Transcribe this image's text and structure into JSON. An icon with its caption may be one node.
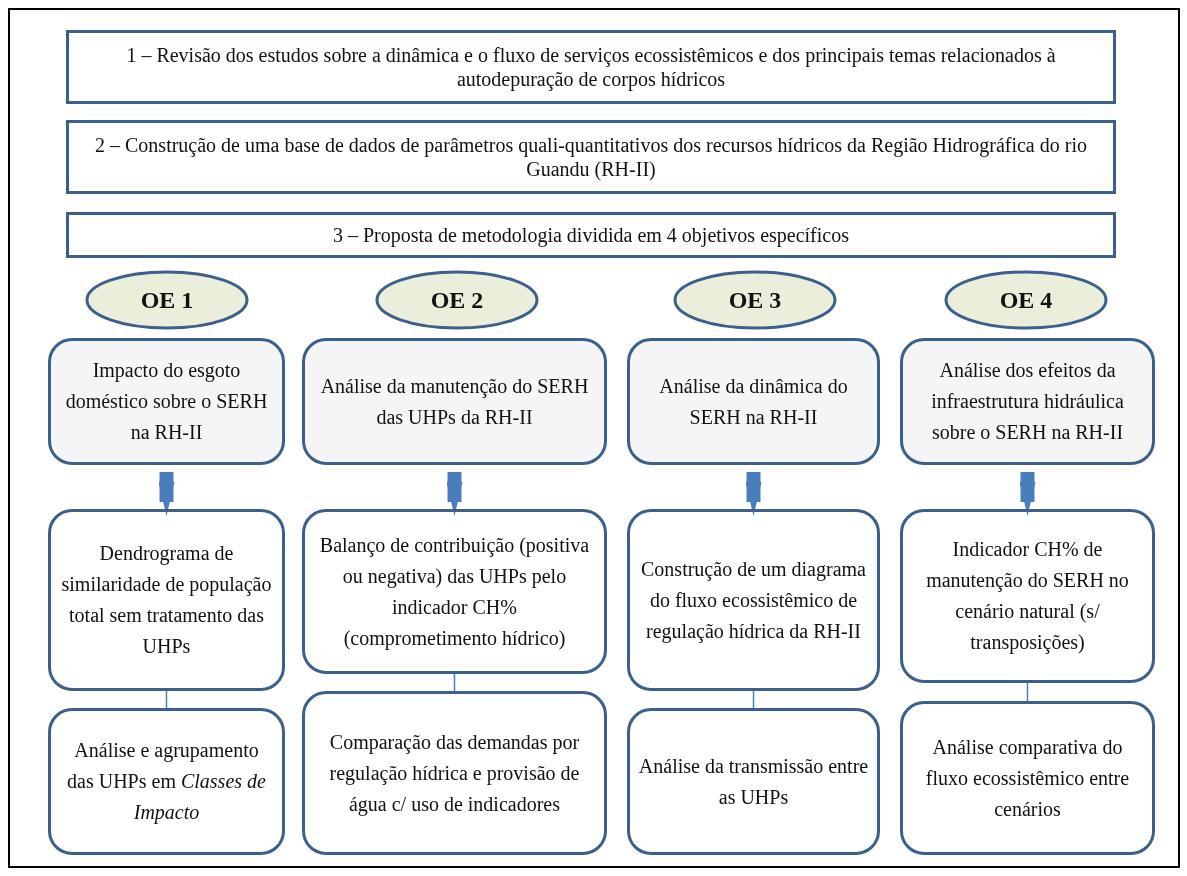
{
  "diagram": {
    "nodes": [
      {
        "text": [
          "1 – Revisão dos estudos sobre a dinâmica e o fluxo de serviços ecossistêmicos e dos principais temas relacionados à autodepuração de corpos hídricos"
        ]
      },
      {
        "text": [
          "2 – Construção de uma base de dados de parâmetros quali-quantitativos dos recursos hídricos da Região Hidrográfica do rio Guandu (RH-II)"
        ]
      },
      {
        "text": [
          "3 – Proposta de metodologia dividida em 4 objetivos específicos"
        ]
      },
      {
        "text": [
          "OE 1"
        ]
      },
      {
        "text": [
          "OE 2"
        ]
      },
      {
        "text": [
          "OE 3"
        ]
      },
      {
        "text": [
          "OE 4"
        ]
      },
      {
        "text": [
          "Impacto do esgoto doméstico sobre o SERH na RH-II"
        ]
      },
      {
        "text": [
          "Análise da manutenção do SERH das UHPs da RH-II"
        ]
      },
      {
        "text": [
          "Análise da dinâmica do SERH na RH-II"
        ]
      },
      {
        "text": [
          "Análise dos efeitos da infraestrutura hidráulica sobre o SERH na RH-II"
        ]
      },
      {
        "text": [
          "Dendrograma de similaridade de população total sem tratamento das UHPs"
        ]
      },
      {
        "text": [
          "Balanço de contribuição (positiva ou negativa) das UHPs pelo indicador CH% (comprometimento hídrico)"
        ]
      },
      {
        "text": [
          "Construção de um diagrama do fluxo ecossistêmico de regulação hídrica da RH-II"
        ]
      },
      {
        "text": [
          "Indicador CH% de manutenção do SERH no cenário natural (s/ transposições)"
        ]
      },
      {
        "text": [
          "Análise e agrupamento das UHPs em *Classes de Impacto*"
        ]
      },
      {
        "text": [
          "Comparação das demandas por regulação hídrica e provisão de água c/ uso de indicadores"
        ]
      },
      {
        "text": [
          "Análise da transmissão entre as UHPs"
        ]
      },
      {
        "text": [
          "Análise comparativa do fluxo ecossistêmico entre cenários"
        ]
      }
    ],
    "edges": [
      {
        "from": 7,
        "to": 11,
        "arrow": "to",
        "style": "thick"
      },
      {
        "from": 8,
        "to": 12,
        "arrow": "to",
        "style": "thick"
      },
      {
        "from": 9,
        "to": 13,
        "arrow": "to",
        "style": "thick"
      },
      {
        "from": 10,
        "to": 14,
        "arrow": "to",
        "style": "thick"
      },
      {
        "from": 11,
        "to": 15,
        "arrow": "none"
      },
      {
        "from": 12,
        "to": 16,
        "arrow": "none"
      },
      {
        "from": 13,
        "to": 17,
        "arrow": "none"
      },
      {
        "from": 14,
        "to": 18,
        "arrow": "none"
      }
    ]
  }
}
